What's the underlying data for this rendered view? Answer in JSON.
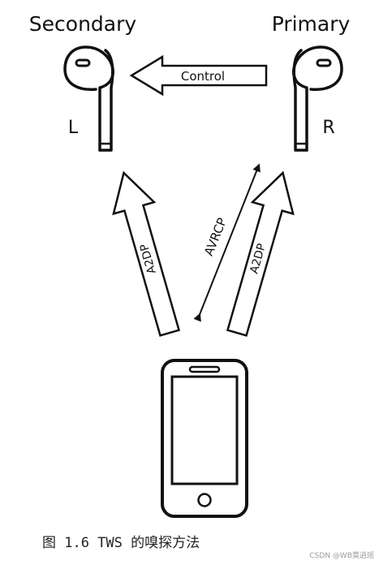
{
  "labels": {
    "secondary": "Secondary",
    "primary": "Primary",
    "control": "Control",
    "left": "L",
    "right": "R",
    "a2dp_left": "A2DP",
    "a2dp_right": "A2DP",
    "avrcp": "AVRCP"
  },
  "caption": "图 1.6 TWS 的嗅探方法",
  "watermark": "CSDN @WB莫逍瑶",
  "colors": {
    "stroke": "#111111",
    "background": "#ffffff"
  }
}
